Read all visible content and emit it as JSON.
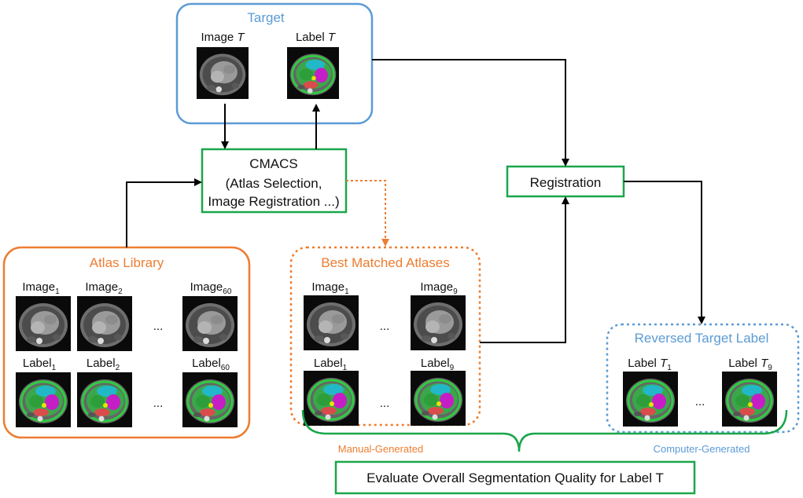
{
  "colors": {
    "blue": "#5b9bd5",
    "orange": "#ed7d31",
    "green": "#1aa64a",
    "arrow": "#000000"
  },
  "target": {
    "title": "Target",
    "image_label_prefix": "Image ",
    "image_label_var": "T",
    "label_label_prefix": "Label ",
    "label_label_var": "T"
  },
  "cmacs": {
    "line1": "CMACS",
    "line2": "(Atlas Selection,",
    "line3": "Image Registration ...)"
  },
  "registration": {
    "label": "Registration"
  },
  "atlas_library": {
    "title": "Atlas Library",
    "images": [
      {
        "base": "Image",
        "sub": "1"
      },
      {
        "base": "Image",
        "sub": "2"
      },
      {
        "base": "Image",
        "sub": "60"
      }
    ],
    "labels": [
      {
        "base": "Label",
        "sub": "1"
      },
      {
        "base": "Label",
        "sub": "2"
      },
      {
        "base": "Label",
        "sub": "60"
      }
    ],
    "ellipsis": "..."
  },
  "best_matched": {
    "title": "Best Matched Atlases",
    "images": [
      {
        "base": "Image",
        "sub": "1"
      },
      {
        "base": "Image",
        "sub": "9"
      }
    ],
    "labels": [
      {
        "base": "Label",
        "sub": "1"
      },
      {
        "base": "Label",
        "sub": "9"
      }
    ],
    "ellipsis": "...",
    "caption": "Manual-Generated"
  },
  "reversed_target": {
    "title": "Reversed Target Label",
    "labels": [
      {
        "base": "Label ",
        "var": "T",
        "sub": "1"
      },
      {
        "base": "Label ",
        "var": "T",
        "sub": "9"
      }
    ],
    "ellipsis": "...",
    "caption": "Computer-Generated"
  },
  "evaluate": {
    "label": "Evaluate Overall Segmentation Quality for Label T"
  }
}
